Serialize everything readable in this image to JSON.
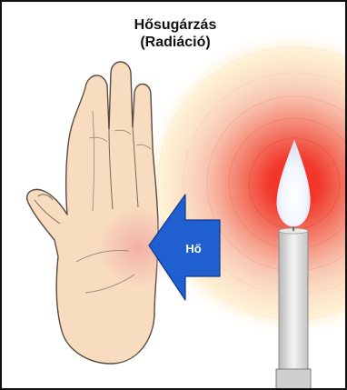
{
  "title": {
    "line1": "Hősugárzás",
    "line2": "(Radiáció)"
  },
  "arrow": {
    "label": "Hő"
  },
  "colors": {
    "arrow": "#1f5fd0",
    "flame_core": "#f2f6ff",
    "glow_inner": "#f2382c",
    "glow_outer": "#fff6cc",
    "skin": "#f8dcc0",
    "skin_warm": "#f0a8a0"
  },
  "icons": [
    "hand-icon",
    "candle-icon",
    "flame-icon",
    "heat-arrow-icon"
  ]
}
